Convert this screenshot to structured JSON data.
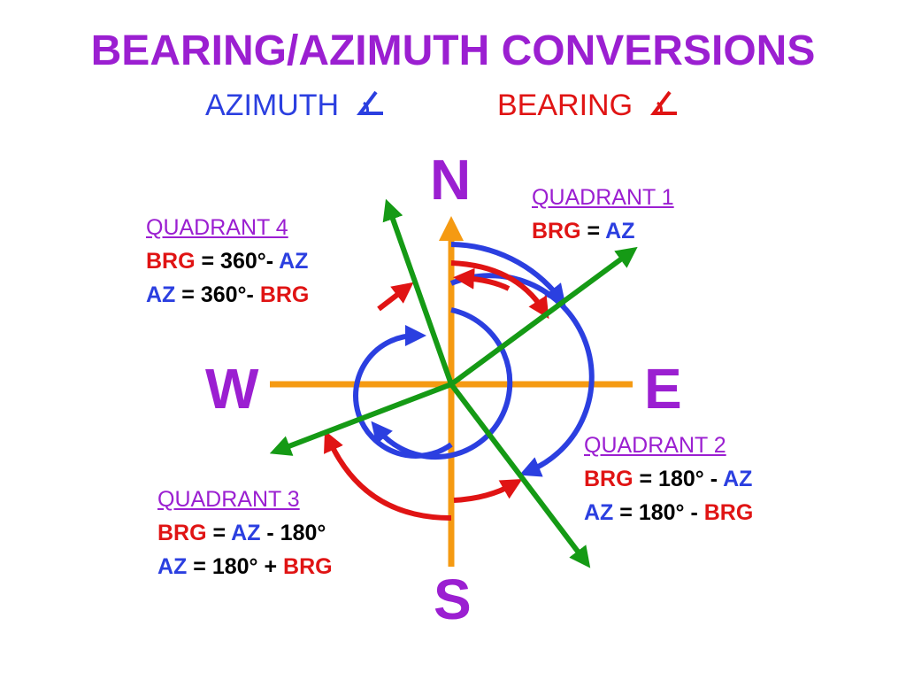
{
  "title": "BEARING/AZIMUTH CONVERSIONS",
  "subtitle": {
    "azimuth_label": "AZIMUTH",
    "bearing_label": "BEARING",
    "angle_icon": "angle-icon"
  },
  "compass": {
    "n": "N",
    "e": "E",
    "s": "S",
    "w": "W"
  },
  "colors": {
    "title": "#9b1fd1",
    "azimuth": "#2b3fe0",
    "bearing": "#e01414",
    "axes": "#f59a12",
    "lines": "#159a15"
  },
  "quadrants": {
    "q1": {
      "heading": "QUADRANT 1",
      "l1": {
        "a": "BRG",
        "op1": " = ",
        "b": "AZ"
      }
    },
    "q2": {
      "heading": "QUADRANT 2",
      "l1": {
        "a": "BRG",
        "op1": " = 180° - ",
        "b": "AZ"
      },
      "l2": {
        "a": "AZ",
        "op1": " = 180° - ",
        "b": "BRG"
      }
    },
    "q3": {
      "heading": "QUADRANT 3",
      "l1": {
        "a": "BRG",
        "op1": " = ",
        "b": "AZ",
        "op2": " - 180°"
      },
      "l2": {
        "a": "AZ",
        "op1": " = 180° + ",
        "b": "BRG"
      }
    },
    "q4": {
      "heading": "QUADRANT 4",
      "l1": {
        "a": "BRG",
        "op1": " = 360°- ",
        "b": "AZ"
      },
      "l2": {
        "a": "AZ",
        "op1": " = 360°- ",
        "b": "BRG"
      }
    }
  }
}
